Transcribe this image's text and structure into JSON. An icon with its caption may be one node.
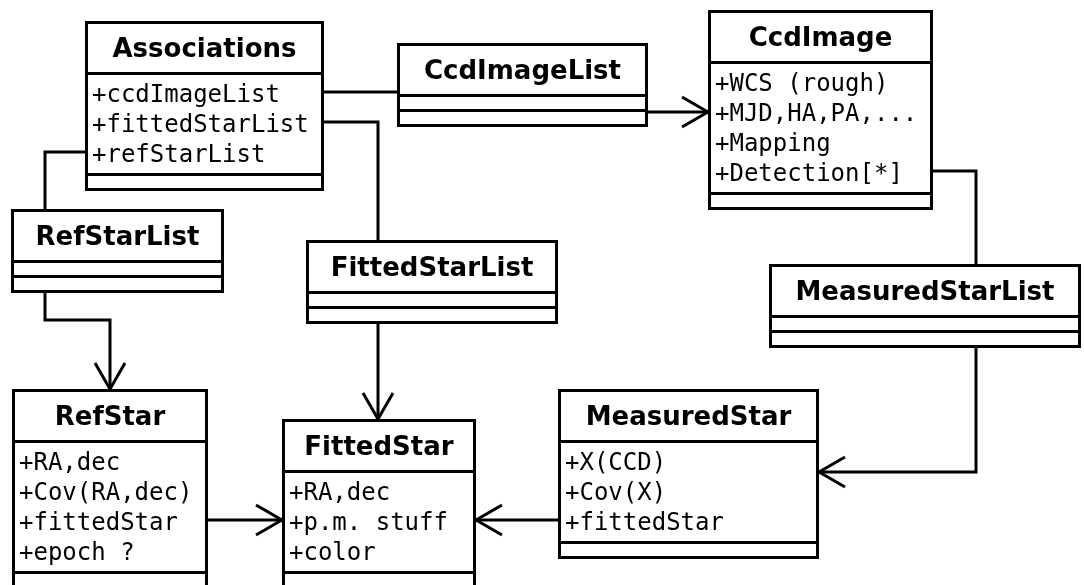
{
  "diagram": {
    "nodes": [
      {
        "text": [
          "Associations",
          "+ccdImageList",
          "+fittedStarList",
          "+refStarList"
        ]
      },
      {
        "text": [
          "CcdImageList"
        ]
      },
      {
        "text": [
          "CcdImage",
          "+WCS (rough)",
          "+MJD,HA,PA,...",
          "+Mapping",
          "+Detection[*]"
        ]
      },
      {
        "text": [
          "RefStarList"
        ]
      },
      {
        "text": [
          "FittedStarList"
        ]
      },
      {
        "text": [
          "MeasuredStarList"
        ]
      },
      {
        "text": [
          "RefStar",
          "+RA,dec",
          "+Cov(RA,dec)",
          "+fittedStar",
          "+epoch ?"
        ]
      },
      {
        "text": [
          "FittedStar",
          "+RA,dec",
          "+p.m. stuff",
          "+color"
        ]
      },
      {
        "text": [
          "MeasuredStar",
          "+X(CCD)",
          "+Cov(X)",
          "+fittedStar"
        ]
      }
    ],
    "edges": [
      {
        "from": 0,
        "to": 1,
        "arrow": "none"
      },
      {
        "from": 1,
        "to": 2,
        "arrow": "to"
      },
      {
        "from": 0,
        "to": 4,
        "arrow": "none"
      },
      {
        "from": 0,
        "to": 3,
        "arrow": "none"
      },
      {
        "from": 2,
        "to": 5,
        "arrow": "none"
      },
      {
        "from": 3,
        "to": 6,
        "arrow": "to"
      },
      {
        "from": 4,
        "to": 7,
        "arrow": "to"
      },
      {
        "from": 5,
        "to": 8,
        "arrow": "to"
      },
      {
        "from": 6,
        "to": 7,
        "arrow": "to"
      },
      {
        "from": 8,
        "to": 7,
        "arrow": "to"
      }
    ]
  }
}
